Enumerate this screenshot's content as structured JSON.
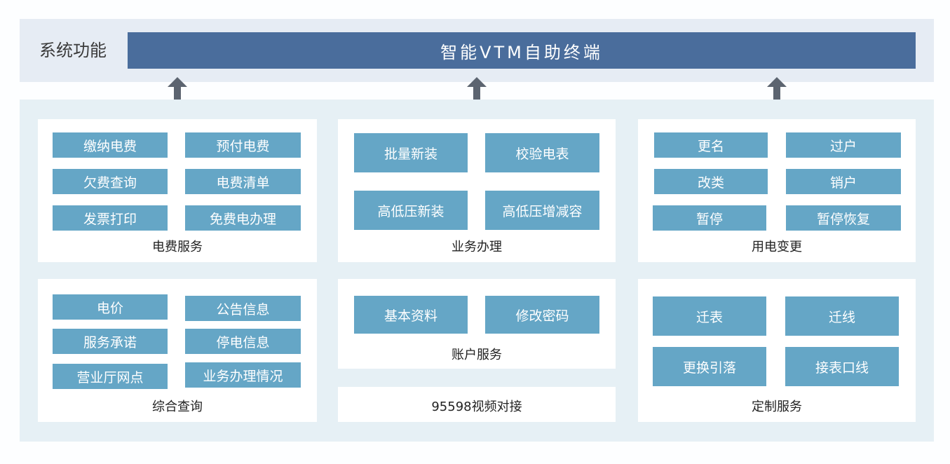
{
  "header": {
    "section_label": "系统功能",
    "terminal_title": "智能VTM自助终端"
  },
  "colors": {
    "terminal_bar": "#4a6d9c",
    "function_button": "#65a6c6",
    "arrow": "#5c6470",
    "main_band": "#e6f0f5",
    "top_band": "#e6ecf4"
  },
  "panels": {
    "fee_service": {
      "title": "电费服务",
      "items": [
        "缴纳电费",
        "预付电费",
        "欠费查询",
        "电费清单",
        "发票打印",
        "免费电办理"
      ]
    },
    "business": {
      "title": "业务办理",
      "items": [
        "批量新装",
        "校验电表",
        "高低压新装",
        "高低压增减容"
      ]
    },
    "usage_change": {
      "title": "用电变更",
      "items": [
        "更名",
        "过户",
        "改类",
        "销户",
        "暂停",
        "暂停恢复"
      ]
    },
    "query": {
      "title": "综合查询",
      "items": [
        "电价",
        "公告信息",
        "服务承诺",
        "停电信息",
        "营业厅网点",
        "业务办理情况"
      ]
    },
    "account": {
      "title": "账户服务",
      "items": [
        "基本资料",
        "修改密码"
      ]
    },
    "video": {
      "title": "95598视频对接"
    },
    "custom": {
      "title": "定制服务",
      "items": [
        "迁表",
        "迁线",
        "更换引落",
        "接表口线"
      ]
    }
  }
}
